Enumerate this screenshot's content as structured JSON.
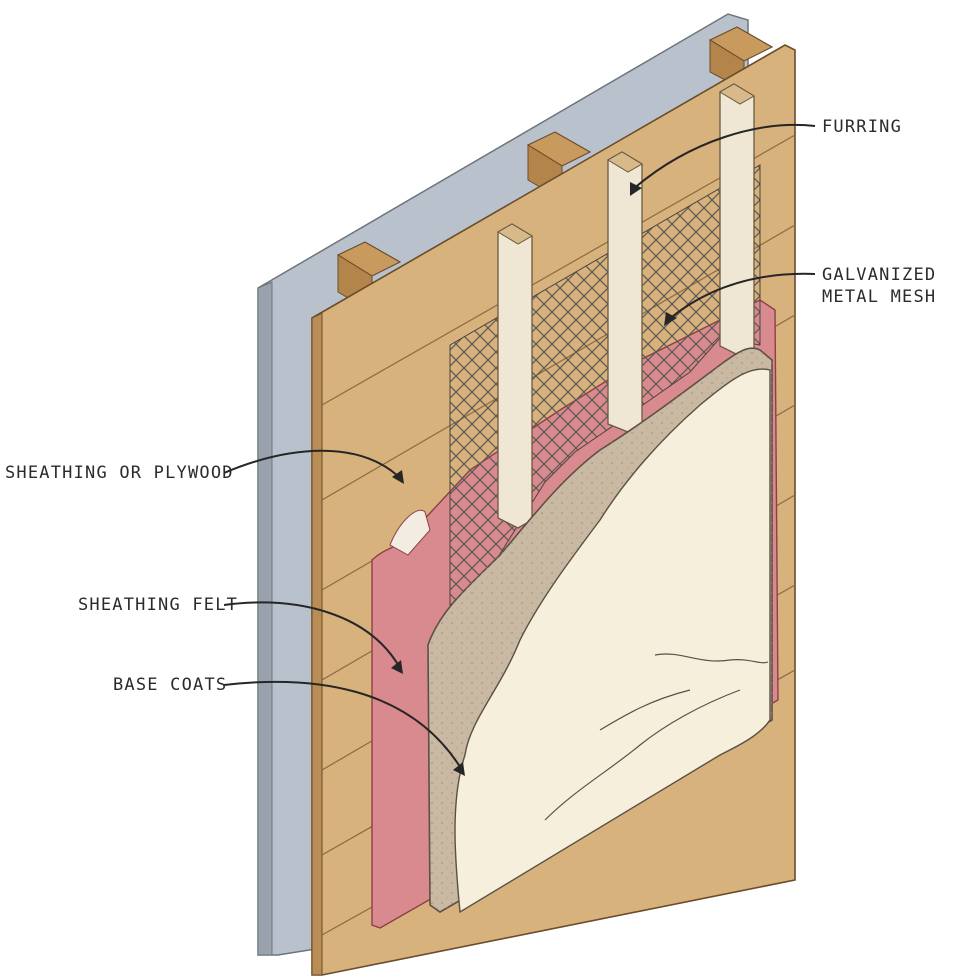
{
  "labels": {
    "furring": "FURRING",
    "metal_mesh_line1": "GALVANIZED",
    "metal_mesh_line2": "METAL MESH",
    "sheathing": "SHEATHING OR PLYWOOD",
    "sheathing_felt": "SHEATHING FELT",
    "base_coats": "BASE COATS"
  },
  "colors": {
    "background": "#ffffff",
    "gypsum_board": "#b9c2cc",
    "wood_sheathing": "#d8b27c",
    "stud": "#c89a5e",
    "furring": "#efe6d3",
    "felt": "#d98a8f",
    "metal_mesh": "#6a6460",
    "base_coat": "#c9b9a2",
    "finish_coat": "#f5efdc",
    "leader_line": "#262626"
  },
  "layers": [
    "gypsum-board",
    "studs",
    "sheathing-or-plywood",
    "sheathing-felt",
    "furring",
    "galvanized-metal-mesh",
    "base-coats",
    "finish-coat"
  ]
}
